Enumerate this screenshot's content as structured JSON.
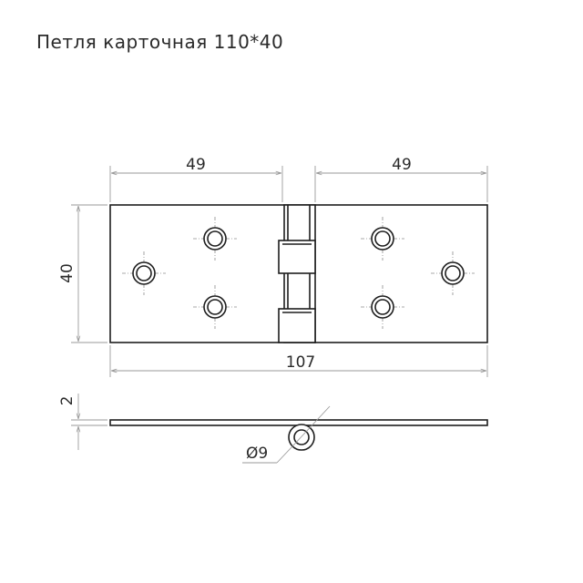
{
  "title": "Петля карточная 110*40",
  "dimensions": {
    "left_leaf_width": "49",
    "right_leaf_width": "49",
    "height": "40",
    "total_length": "107",
    "thickness": "2",
    "knuckle_diameter": "Ø9"
  },
  "colors": {
    "outline": "#1e1e1e",
    "dimension_line": "#9a9a9a",
    "text": "#2a2a2a"
  }
}
